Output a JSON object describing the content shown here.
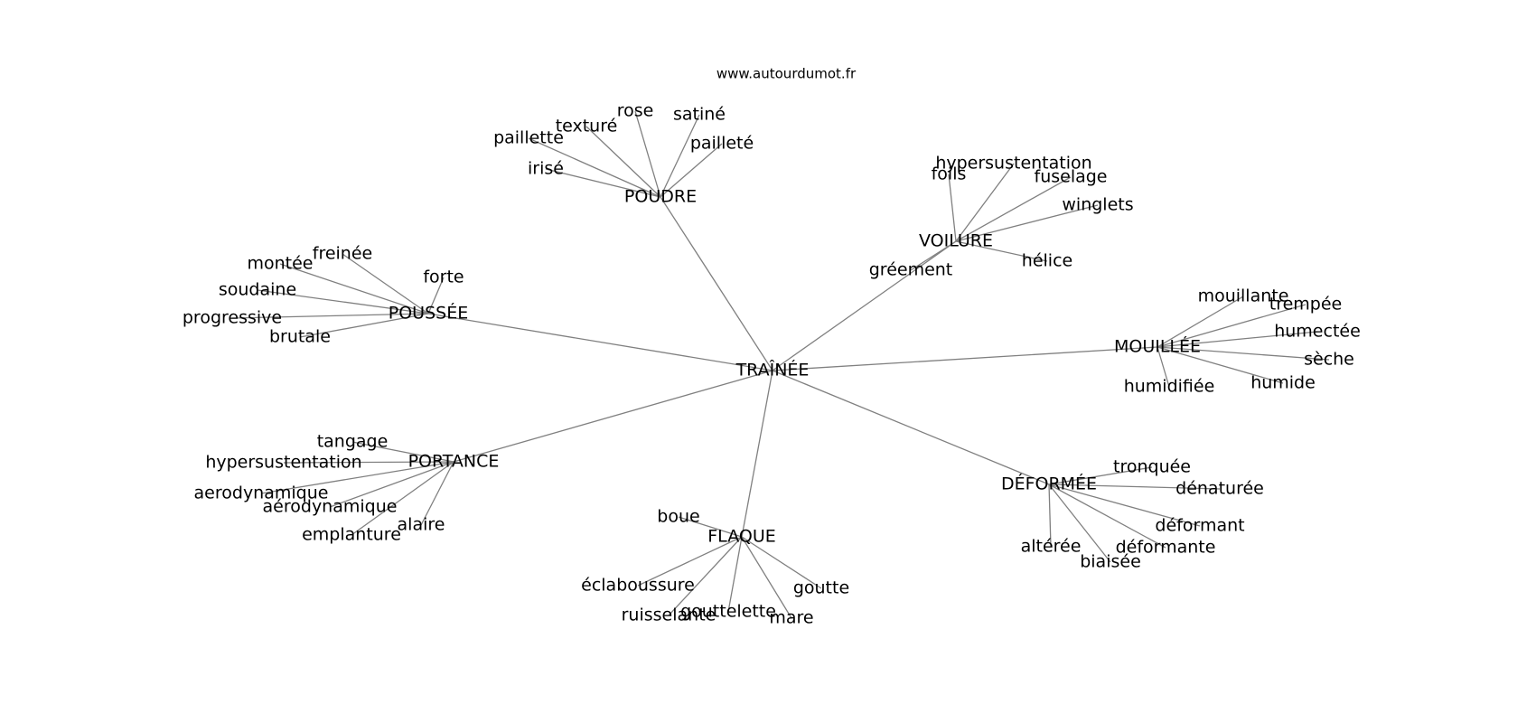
{
  "credit": "www.autourdumot.fr",
  "colors": {
    "edge": "#808080",
    "text": "#000000",
    "background": "#ffffff"
  },
  "center": "TRAÎNÉE",
  "clusters": [
    {
      "label": "POUDRE",
      "children": [
        "rose",
        "satiné",
        "texturé",
        "paillette",
        "pailleté",
        "irisé"
      ]
    },
    {
      "label": "VOILURE",
      "children": [
        "hypersustentation",
        "foils",
        "fuselage",
        "winglets",
        "hélice",
        "gréement"
      ]
    },
    {
      "label": "POUSSÉE",
      "children": [
        "freinée",
        "montée",
        "forte",
        "soudaine",
        "progressive",
        "brutale"
      ]
    },
    {
      "label": "MOUILLÉE",
      "children": [
        "mouillante",
        "trempée",
        "humectée",
        "sèche",
        "humide",
        "humidifiée"
      ]
    },
    {
      "label": "PORTANCE",
      "children": [
        "tangage",
        "hypersustentation",
        "aerodynamique",
        "aérodynamique",
        "alaire",
        "emplanture"
      ]
    },
    {
      "label": "DÉFORMÉE",
      "children": [
        "tronquée",
        "dénaturée",
        "déformant",
        "déformante",
        "altérée",
        "biaisée"
      ]
    },
    {
      "label": "FLAQUE",
      "children": [
        "boue",
        "éclaboussure",
        "goutte",
        "ruisselante",
        "gouttelette",
        "mare"
      ]
    }
  ]
}
